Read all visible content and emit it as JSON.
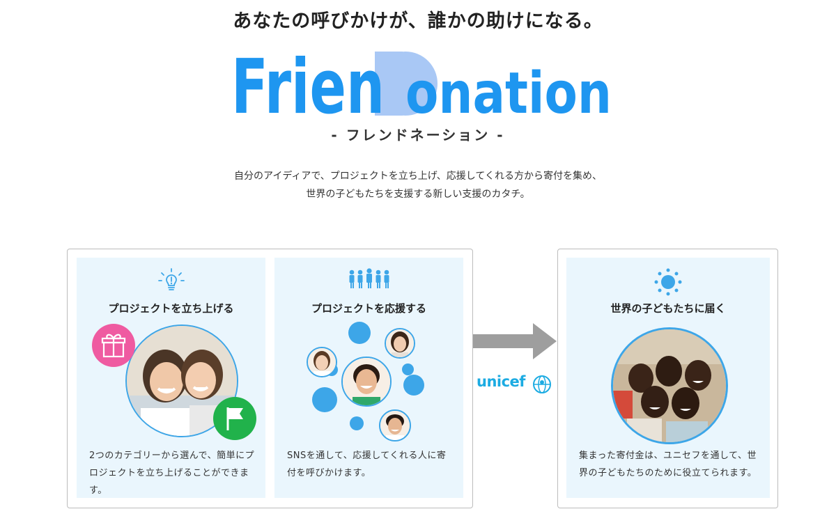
{
  "header": {
    "tagline": "あなたの呼びかけが、誰かの助けになる。",
    "logo_text_1": "Frien",
    "logo_text_d": "D",
    "logo_text_2": "onation",
    "logo_subtitle": "- フレンドネーション -"
  },
  "intro": {
    "line1": "自分のアイディアで、プロジェクトを立ち上げ、応援してくれる方から寄付を集め、",
    "line2": "世界の子どもたちを支援する新しい支援のカタチ。"
  },
  "steps": [
    {
      "icon": "lightbulb-icon",
      "title": "プロジェクトを立ち上げる",
      "body": "2つのカテゴリーから選んで、簡単にプロジェクトを立ち上げることができます。"
    },
    {
      "icon": "people-icon",
      "title": "プロジェクトを応援する",
      "body": "SNSを通して、応援してくれる人に寄付を呼びかけます。"
    },
    {
      "icon": "sun-icon",
      "title": "世界の子どもたちに届く",
      "body": "集まった寄付金は、ユニセフを通して、世界の子どもたちのために役立てられます。"
    }
  ],
  "partner": {
    "name": "unicef"
  },
  "colors": {
    "brand_blue": "#1e96f0",
    "brand_light_blue": "#a9c8f5",
    "accent_blue": "#3da6e8",
    "gift_pink": "#ef5ba1",
    "flag_green": "#21b24b",
    "card_bg": "#eaf6fd",
    "arrow_gray": "#9e9e9e",
    "unicef_blue": "#1cabe2"
  }
}
